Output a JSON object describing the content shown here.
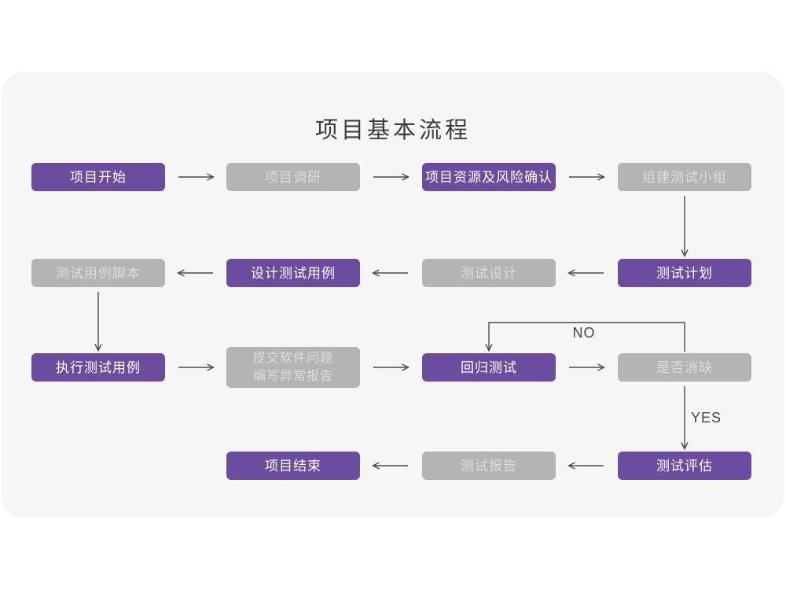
{
  "title": "项目基本流程",
  "colors": {
    "node_purple": "#6b4c9e",
    "node_gray": "#b4b4b4",
    "card_background": "#f6f6f7",
    "arrow": "#4a4a4a",
    "purple_text": "#ffffff",
    "gray_text": "#dcdcdc"
  },
  "flowchart": {
    "nodes": [
      {
        "id": "project-start",
        "label": "项目开始",
        "style": "purple"
      },
      {
        "id": "project-research",
        "label": "项目调研",
        "style": "gray"
      },
      {
        "id": "resources-risk-confirm",
        "label": "项目资源及风险确认",
        "style": "purple"
      },
      {
        "id": "build-test-team",
        "label": "组建测试小组",
        "style": "gray"
      },
      {
        "id": "test-plan",
        "label": "测试计划",
        "style": "purple"
      },
      {
        "id": "test-design",
        "label": "测试设计",
        "style": "gray"
      },
      {
        "id": "design-test-cases",
        "label": "设计测试用例",
        "style": "purple"
      },
      {
        "id": "test-case-scripts",
        "label": "测试用例脚本",
        "style": "gray"
      },
      {
        "id": "execute-test-cases",
        "label": "执行测试用例",
        "style": "purple"
      },
      {
        "id": "submit-issues-report",
        "label": "提交软件问题\n编写异常报告",
        "style": "gray"
      },
      {
        "id": "regression-test",
        "label": "回归测试",
        "style": "purple"
      },
      {
        "id": "defect-resolved-decision",
        "label": "是否消缺",
        "style": "gray"
      },
      {
        "id": "test-evaluation",
        "label": "测试评估",
        "style": "purple"
      },
      {
        "id": "test-report",
        "label": "测试报告",
        "style": "gray"
      },
      {
        "id": "project-end",
        "label": "项目结束",
        "style": "purple"
      }
    ],
    "edges": [
      {
        "from": "project-start",
        "to": "project-research"
      },
      {
        "from": "project-research",
        "to": "resources-risk-confirm"
      },
      {
        "from": "resources-risk-confirm",
        "to": "build-test-team"
      },
      {
        "from": "build-test-team",
        "to": "test-plan"
      },
      {
        "from": "test-plan",
        "to": "test-design"
      },
      {
        "from": "test-design",
        "to": "design-test-cases"
      },
      {
        "from": "design-test-cases",
        "to": "test-case-scripts"
      },
      {
        "from": "test-case-scripts",
        "to": "execute-test-cases"
      },
      {
        "from": "execute-test-cases",
        "to": "submit-issues-report"
      },
      {
        "from": "submit-issues-report",
        "to": "regression-test"
      },
      {
        "from": "regression-test",
        "to": "defect-resolved-decision"
      },
      {
        "from": "defect-resolved-decision",
        "to": "regression-test",
        "label": "NO"
      },
      {
        "from": "defect-resolved-decision",
        "to": "test-evaluation",
        "label": "YES"
      },
      {
        "from": "test-evaluation",
        "to": "test-report"
      },
      {
        "from": "test-report",
        "to": "project-end"
      }
    ],
    "edge_labels": {
      "no": "NO",
      "yes": "YES"
    }
  }
}
